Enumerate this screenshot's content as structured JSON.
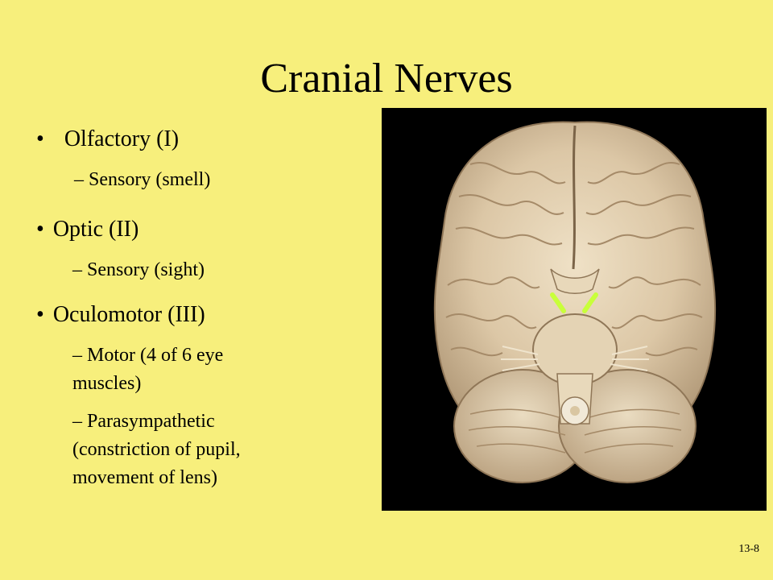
{
  "slide": {
    "title": "Cranial Nerves",
    "footer": "13-8"
  },
  "nerves": [
    {
      "bullet": "•",
      "name": "Olfactory (I)",
      "details": [
        "– Sensory (smell)"
      ]
    },
    {
      "bullet": "•",
      "name": "Optic (II)",
      "details": [
        "– Sensory (sight)"
      ]
    },
    {
      "bullet": "•",
      "name": "Oculomotor (III)",
      "details": [
        "– Motor (4 of 6 eye muscles)",
        "– Parasympathetic (constriction of pupil, movement of lens)"
      ]
    }
  ],
  "photo": {
    "highlight_color": "#c8ff3a",
    "background": "#000000"
  }
}
